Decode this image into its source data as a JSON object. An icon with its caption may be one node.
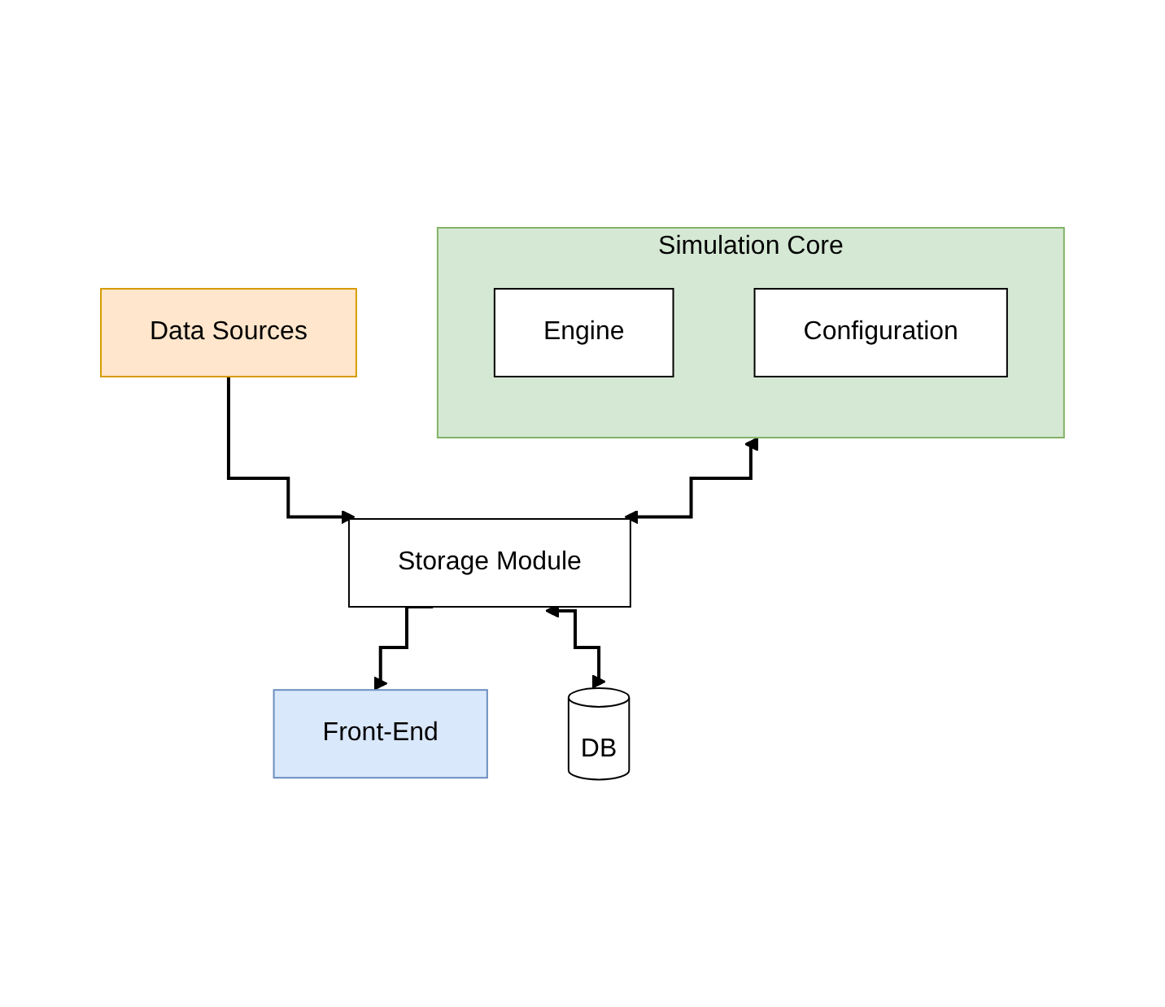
{
  "diagram": {
    "nodes": [
      {
        "text": [
          "Data Sources"
        ]
      },
      {
        "text": [
          "Simulation Core"
        ]
      },
      {
        "text": [
          "Engine"
        ],
        "in": 1
      },
      {
        "text": [
          "Configuration"
        ],
        "in": 1
      },
      {
        "text": [
          "Front-End"
        ]
      },
      {
        "text": [
          "Storage Module"
        ]
      },
      {
        "text": [
          "DB"
        ]
      }
    ],
    "edges": [
      {
        "from": 0,
        "to": 5,
        "arrow": "to"
      },
      {
        "from": 1,
        "to": 5,
        "arrow": "both"
      },
      {
        "from": 5,
        "to": 4,
        "arrow": "to"
      },
      {
        "from": 5,
        "to": 6,
        "arrow": "both"
      }
    ]
  }
}
